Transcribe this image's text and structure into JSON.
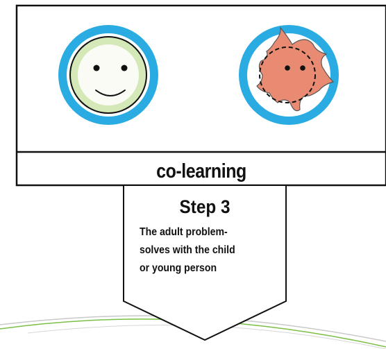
{
  "panel": {
    "title": "co-learning",
    "left_icon": "smiley-face-icon",
    "right_icon": "blob-creature-icon"
  },
  "step": {
    "title": "Step 3",
    "description_lines": [
      "The adult problem-",
      "solves with the child",
      "or young person"
    ]
  },
  "colors": {
    "ring_blue": "#2AABE2",
    "smiley_fill": "#D4E8B8",
    "blob_fill": "#E88B72",
    "border": "#111111",
    "swoosh_green": "#7BBF44",
    "swoosh_grey": "#B8B8B8"
  }
}
